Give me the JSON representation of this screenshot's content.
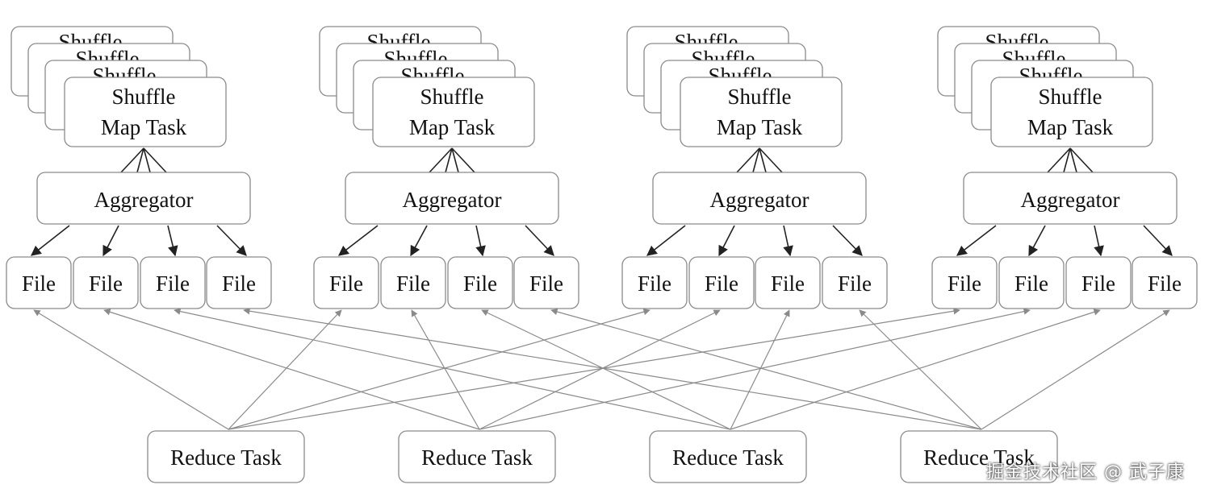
{
  "colors": {
    "line": "#8a8a8a",
    "box_stroke": "#8a8a8a",
    "dark_arrow": "#222222",
    "text": "#111111"
  },
  "map_groups": [
    {
      "stack_label": "Shuffle",
      "task_line1": "Shuffle",
      "task_line2": "Map Task",
      "aggregator": "Aggregator",
      "files": [
        "File",
        "File",
        "File",
        "File"
      ]
    },
    {
      "stack_label": "Shuffle",
      "task_line1": "Shuffle",
      "task_line2": "Map Task",
      "aggregator": "Aggregator",
      "files": [
        "File",
        "File",
        "File",
        "File"
      ]
    },
    {
      "stack_label": "Shuffle",
      "task_line1": "Shuffle",
      "task_line2": "Map Task",
      "aggregator": "Aggregator",
      "files": [
        "File",
        "File",
        "File",
        "File"
      ]
    },
    {
      "stack_label": "Shuffle",
      "task_line1": "Shuffle",
      "task_line2": "Map Task",
      "aggregator": "Aggregator",
      "files": [
        "File",
        "File",
        "File",
        "File"
      ]
    }
  ],
  "reduce_tasks": [
    "Reduce Task",
    "Reduce Task",
    "Reduce Task",
    "Reduce Task"
  ],
  "watermark": "掘金技术社区 @ 武子康"
}
